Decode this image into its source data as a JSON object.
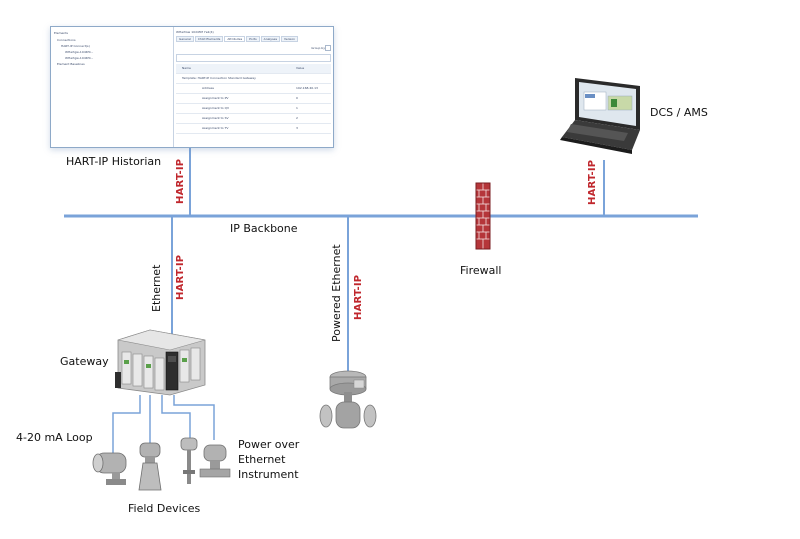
{
  "labels": {
    "historian": "HART-IP Historian",
    "dcs": "DCS / AMS",
    "backbone": "IP Backbone",
    "firewall": "Firewall",
    "gateway": "Gateway",
    "loop": "4-20 mA Loop",
    "field_devices": "Field Devices",
    "poe_line1": "Power over",
    "poe_line2": "Ethernet",
    "poe_line3": "Instrument",
    "ethernet": "Ethernet",
    "powered_ethernet": "Powered Ethernet",
    "hart_ip": "HART-IP"
  },
  "historian_window": {
    "tree_title": "Elements",
    "tree_items": [
      "Elements",
      "Connections",
      "HART-IP Connect(s)",
      "WHartgw-10d4f0...",
      "WHartgw-10d4f0...",
      "Element Baselines"
    ],
    "panel_title": "WHartGw 10d4f0f  7e2(4)",
    "tabs": [
      "General",
      "Child Elements",
      "Attributes",
      "Ports",
      "Analyses",
      "Version"
    ],
    "filter_label": "Group by",
    "columns": [
      "Name",
      "Value"
    ],
    "group_row": "Template: HART-IP Connection Standard Gateway",
    "rows": [
      {
        "name": "Address",
        "value": "192.168.40.13"
      },
      {
        "name": "Assignment to PV",
        "value": "0"
      },
      {
        "name": "Assignment to QV",
        "value": "1"
      },
      {
        "name": "Assignment to SV",
        "value": "2"
      },
      {
        "name": "Assignment to TV",
        "value": "3"
      }
    ]
  },
  "colors": {
    "network_line": "#7aa3d9",
    "hart_ip_red": "#c0272d",
    "firewall_brick": "#b5363a"
  },
  "icons": [
    "historian-window",
    "laptop-icon",
    "firewall-icon",
    "gateway-icon",
    "valve-icon",
    "field-device-icon",
    "poe-instrument-icon"
  ]
}
